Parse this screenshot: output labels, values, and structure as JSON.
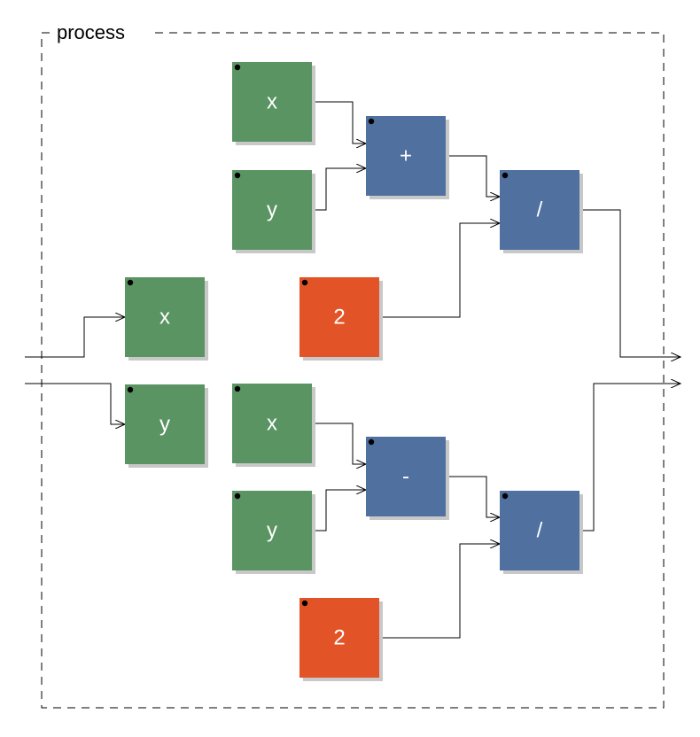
{
  "frame": {
    "label": "process"
  },
  "colors": {
    "input": "#5a9462",
    "operator": "#5070a0",
    "constant": "#e25427",
    "shadow": "#c8c8c8"
  },
  "boxes": [
    {
      "id": "x1",
      "label": "x",
      "kind": "input"
    },
    {
      "id": "y1",
      "label": "y",
      "kind": "input"
    },
    {
      "id": "plus",
      "label": "+",
      "kind": "operator"
    },
    {
      "id": "div1",
      "label": "/",
      "kind": "operator"
    },
    {
      "id": "c1",
      "label": "2",
      "kind": "constant"
    },
    {
      "id": "xin",
      "label": "x",
      "kind": "input"
    },
    {
      "id": "yin",
      "label": "y",
      "kind": "input"
    },
    {
      "id": "x2",
      "label": "x",
      "kind": "input"
    },
    {
      "id": "y2",
      "label": "y",
      "kind": "input"
    },
    {
      "id": "minus",
      "label": "-",
      "kind": "operator"
    },
    {
      "id": "div2",
      "label": "/",
      "kind": "operator"
    },
    {
      "id": "c2",
      "label": "2",
      "kind": "constant"
    }
  ]
}
